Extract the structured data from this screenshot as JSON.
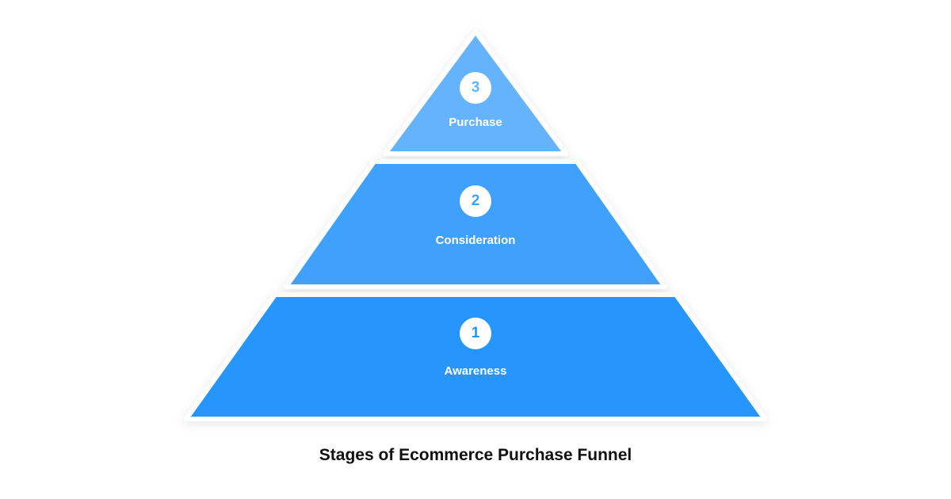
{
  "diagram": {
    "type": "pyramid",
    "title": "Stages of Ecommerce Purchase Funnel",
    "tiers": [
      {
        "number": "3",
        "label": "Purchase",
        "color": "#66b3fd"
      },
      {
        "number": "2",
        "label": "Consideration",
        "color": "#41a1fc"
      },
      {
        "number": "1",
        "label": "Awareness",
        "color": "#2596fc"
      }
    ]
  }
}
